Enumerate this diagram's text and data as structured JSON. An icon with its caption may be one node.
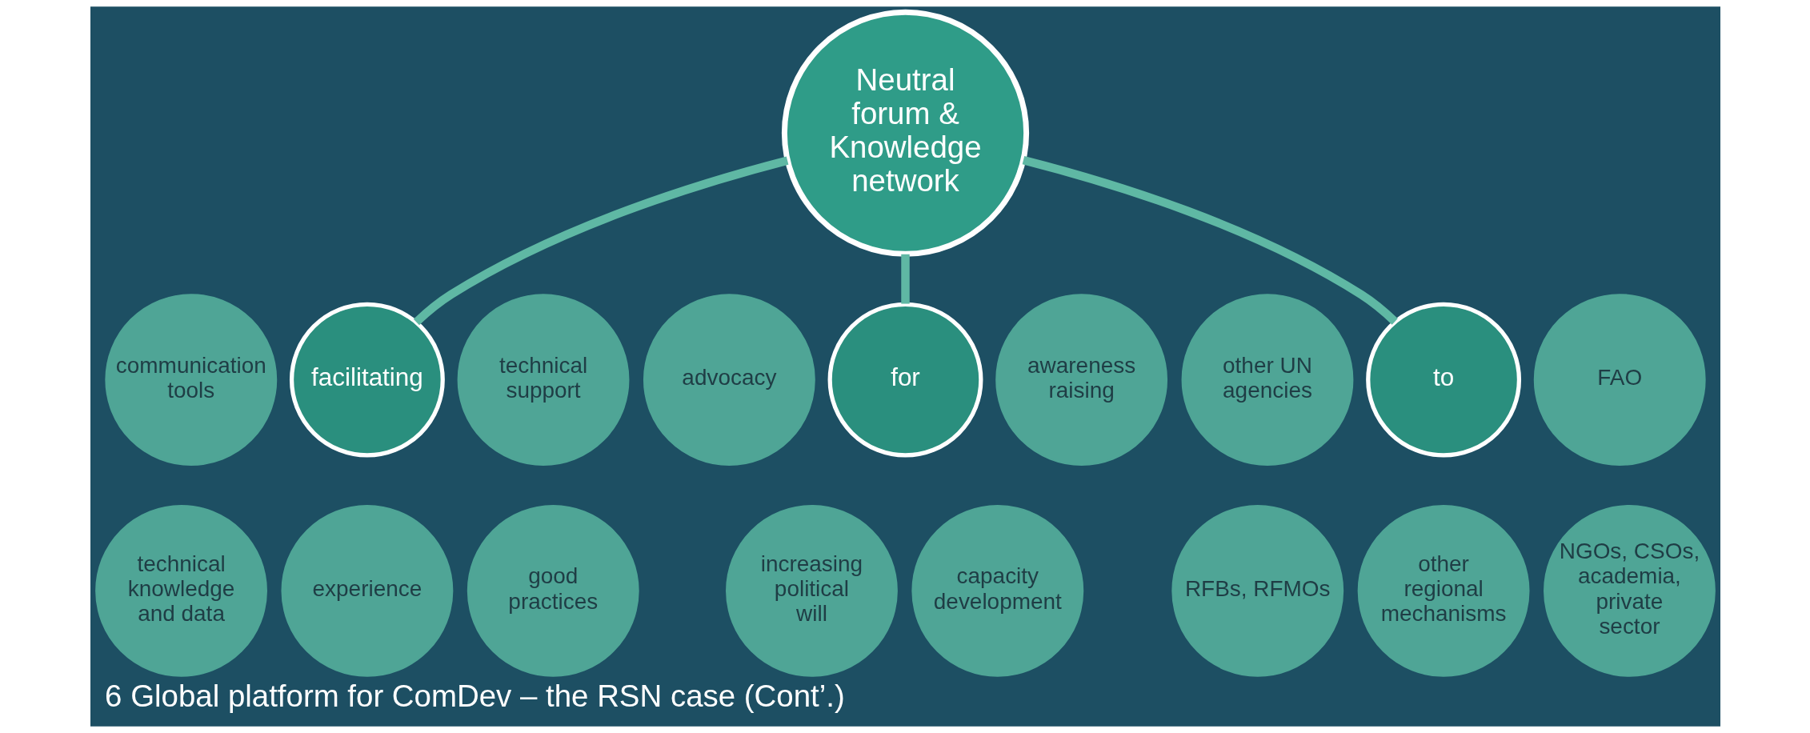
{
  "diagram": {
    "caption": "6 Global platform for ComDev – the RSN case (Cont’.)",
    "nodes": [
      {
        "text": [
          "Neutral forum & Knowledge network"
        ]
      },
      {
        "text": [
          "facilitating"
        ]
      },
      {
        "text": [
          "communication tools"
        ]
      },
      {
        "text": [
          "technical support"
        ]
      },
      {
        "text": [
          "technical knowledge and data"
        ]
      },
      {
        "text": [
          "experience"
        ]
      },
      {
        "text": [
          "good practices"
        ]
      },
      {
        "text": [
          "for"
        ]
      },
      {
        "text": [
          "advocacy"
        ]
      },
      {
        "text": [
          "awareness raising"
        ]
      },
      {
        "text": [
          "increasing political will"
        ]
      },
      {
        "text": [
          "capacity development"
        ]
      },
      {
        "text": [
          "to"
        ]
      },
      {
        "text": [
          "other UN agencies"
        ]
      },
      {
        "text": [
          "FAO"
        ]
      },
      {
        "text": [
          "RFBs, RFMOs"
        ]
      },
      {
        "text": [
          "other regional mechanisms"
        ]
      },
      {
        "text": [
          "NGOs, CSOs, academia, private sector"
        ]
      }
    ],
    "edges": [
      {
        "from": 0,
        "to": 1,
        "arrow": "none"
      },
      {
        "from": 0,
        "to": 7,
        "arrow": "none"
      },
      {
        "from": 0,
        "to": 12,
        "arrow": "none"
      }
    ]
  }
}
